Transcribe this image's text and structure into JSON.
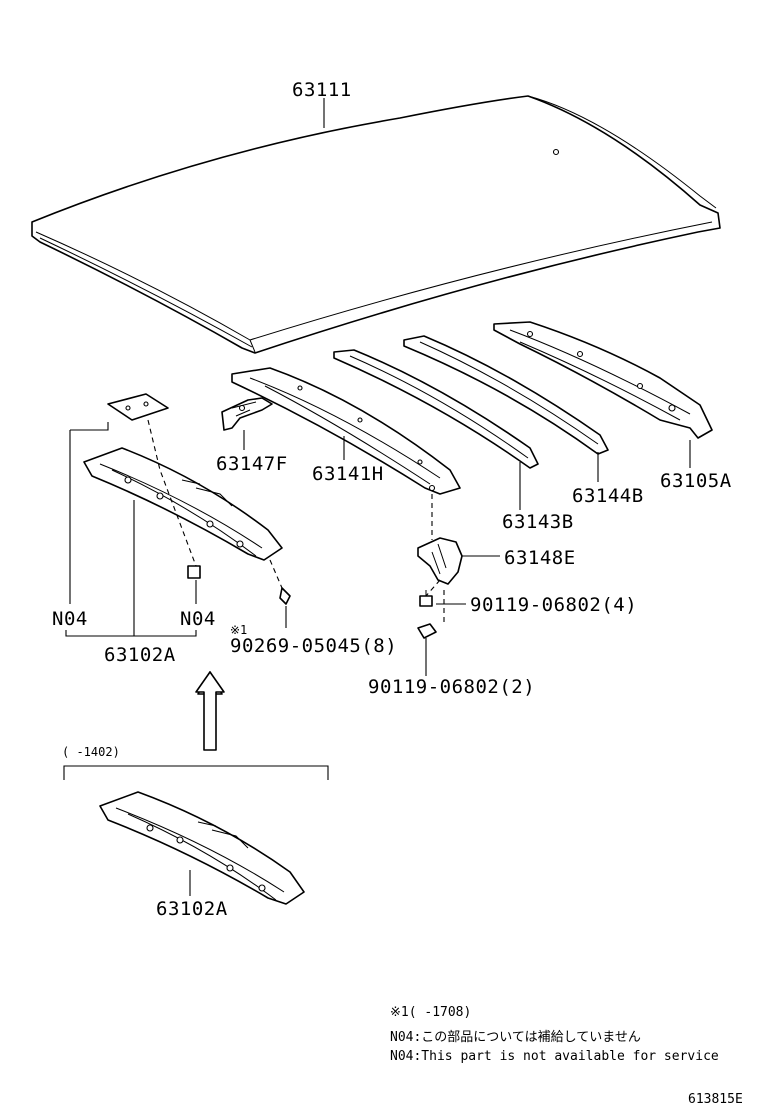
{
  "labels": {
    "roof_panel": "63111",
    "roof_bow_front": "63147F",
    "roof_bow_h": "63141H",
    "roof_bow_b1": "63143B",
    "roof_bow_b2": "63144B",
    "rear_header": "63105A",
    "bracket_e": "63148E",
    "bolt_4": "90119-06802(4)",
    "bolt_2": "90119-06802(2)",
    "rivet": "90269-05045(8)",
    "rivet_mark": "※1",
    "front_header": "63102A",
    "front_header_old": "63102A",
    "n04_left": "N04",
    "n04_right": "N04",
    "date_range": "(    -1402)"
  },
  "notes": {
    "line1": "※1(    -1708)",
    "line2": "N04:この部品については補給していません",
    "line3": "N04:This part is not available for service"
  },
  "figure_id": "613815E"
}
